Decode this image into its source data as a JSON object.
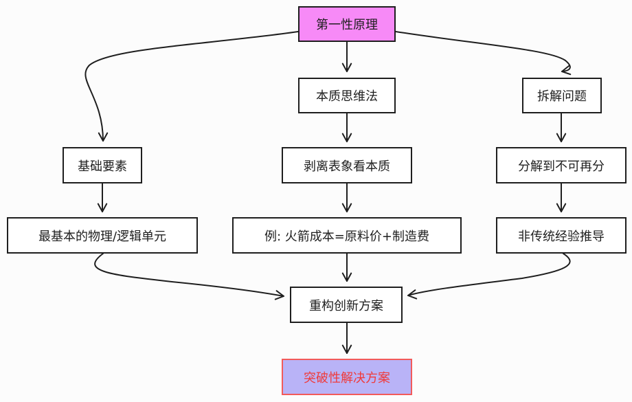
{
  "nodes": {
    "root": "第一性原理",
    "essence_thinking": "本质思维法",
    "basic_elements": "基础要素",
    "decompose": "拆解问题",
    "strip_appearance": "剥离表象看本质",
    "indivisible": "分解到不可再分",
    "basic_unit": "最基本的物理/逻辑单元",
    "rocket_example": "例: 火箭成本=原料价+制造费",
    "non_traditional": "非传统经验推导",
    "reconstruct": "重构创新方案",
    "breakthrough": "突破性解决方案"
  },
  "colors": {
    "stroke": "#1e1e1e",
    "root_fill": "#f78af7",
    "result_fill": "#b9b3f7",
    "result_border": "#f25a5a",
    "result_text": "#f03a3a"
  }
}
